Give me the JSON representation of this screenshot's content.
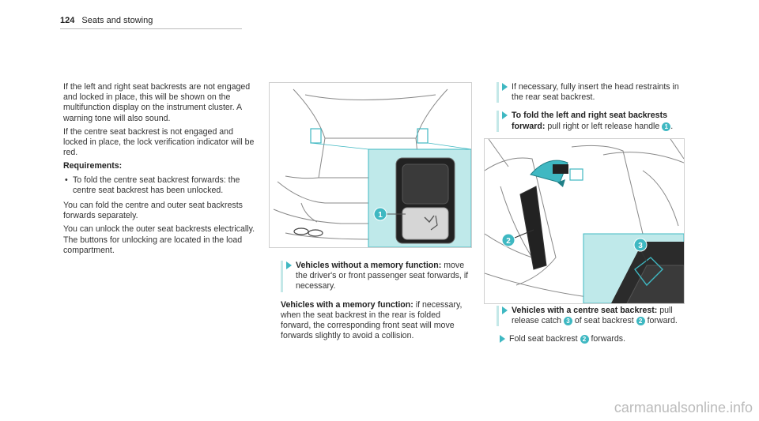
{
  "header": {
    "page_number": "124",
    "section_title": "Seats and stowing"
  },
  "col1": {
    "para1": "If the left and right seat backrests are not engaged and locked in place, this will be shown on the multifunction display on the instrument cluster. A warning tone will also sound.",
    "para2": "If the centre seat backrest is not engaged and locked in place, the lock verification indicator will be red.",
    "requirements_heading": "Requirements:",
    "bullet_glyph": "•",
    "bullet1": "To fold the centre seat backrest forwards: the centre seat backrest has been unlocked.",
    "para3": "You can fold the centre and outer seat backrests forwards separately.",
    "para4": "You can unlock the outer seat backrests electrically. The buttons for unlocking are located in the load compartment."
  },
  "col2": {
    "step1_bold": "Vehicles without a memory function:",
    "step1_text": " move the driver's or front passenger seat forwards, if necessary.",
    "note_bold": "Vehicles with a memory function:",
    "note_text": " if necessary, when the seat backrest in the rear is folded forward, the corresponding front seat will move forwards slightly to avoid a collision."
  },
  "col3": {
    "step1_text": "If necessary, fully insert the head restraints in the rear seat backrest.",
    "step2_bold": "To fold the left and right seat backrests forward:",
    "step2_text": " pull right or left release handle ",
    "step2_callout": "1",
    "step2_end": "."
  },
  "col4": {
    "step1_bold": "Vehicles with a centre seat backrest:",
    "step1_text_a": " pull release catch ",
    "step1_callout_a": "3",
    "step1_text_b": " of seat backrest ",
    "step1_callout_b": "2",
    "step1_text_c": " forward.",
    "step2_text_a": "Fold seat backrest ",
    "step2_callout": "2",
    "step2_text_b": " forwards."
  },
  "figure1": {
    "callout": "1"
  },
  "figure2": {
    "callout_2": "2",
    "callout_3": "3"
  },
  "watermark": "carmanualsonline.info",
  "colors": {
    "accent": "#3fb8c2",
    "highlight_panel": "#bfe9ea",
    "step_bar": "#c4e8e8"
  }
}
